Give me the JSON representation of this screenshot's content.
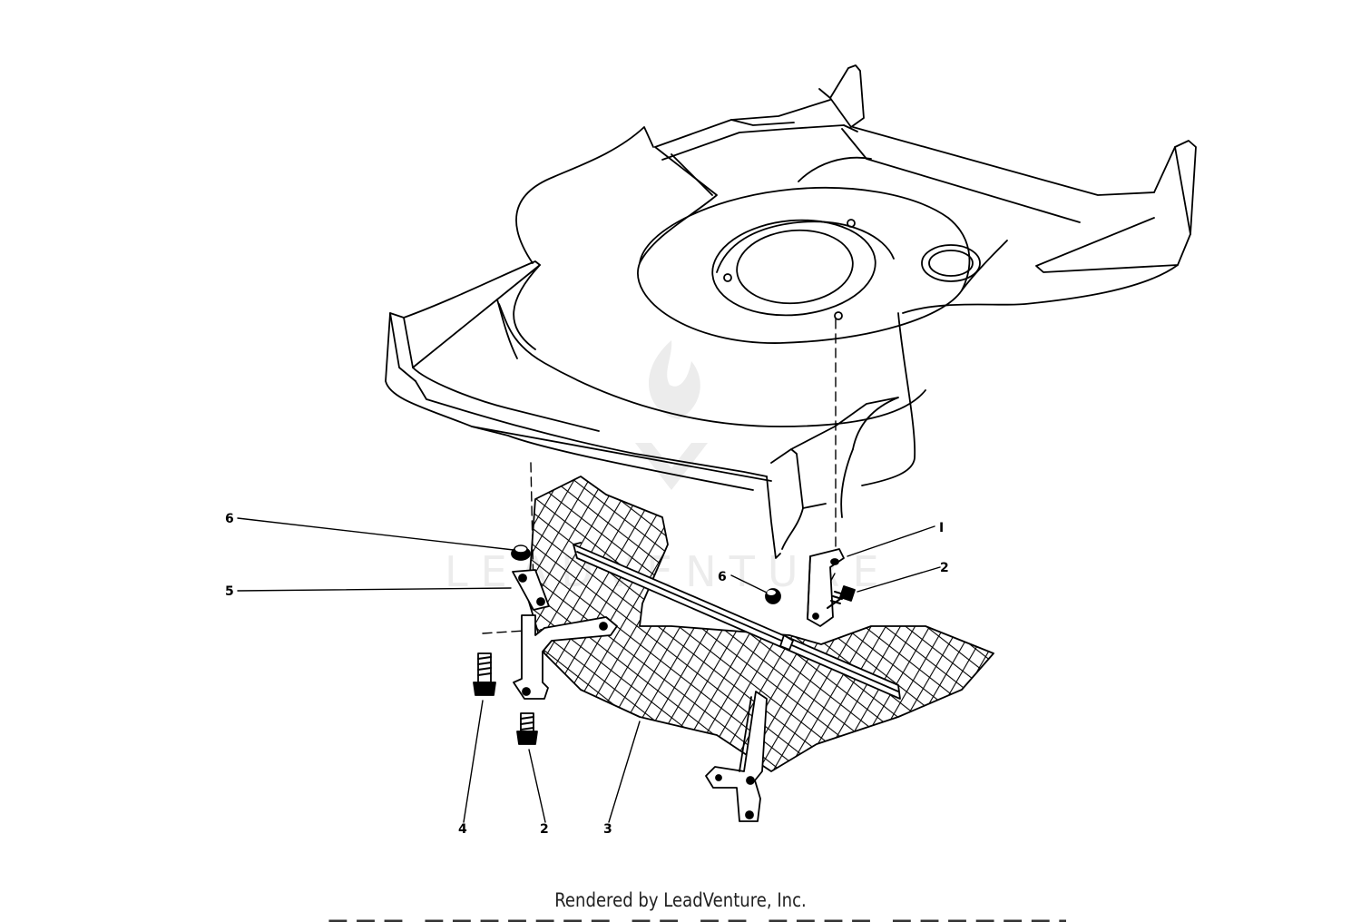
{
  "watermark": {
    "text": "LEADVENTURE"
  },
  "callouts": [
    {
      "id": "6a",
      "label": "6"
    },
    {
      "id": "5",
      "label": "5"
    },
    {
      "id": "1",
      "label": "I"
    },
    {
      "id": "2a",
      "label": "2"
    },
    {
      "id": "6b",
      "label": "6"
    },
    {
      "id": "4",
      "label": "4"
    },
    {
      "id": "2b",
      "label": "2"
    },
    {
      "id": "3",
      "label": "3"
    }
  ],
  "footer": {
    "text": "Rendered by LeadVenture, Inc."
  },
  "colors": {
    "line": "#000000",
    "watermark": "#ececec",
    "background": "#ffffff"
  }
}
